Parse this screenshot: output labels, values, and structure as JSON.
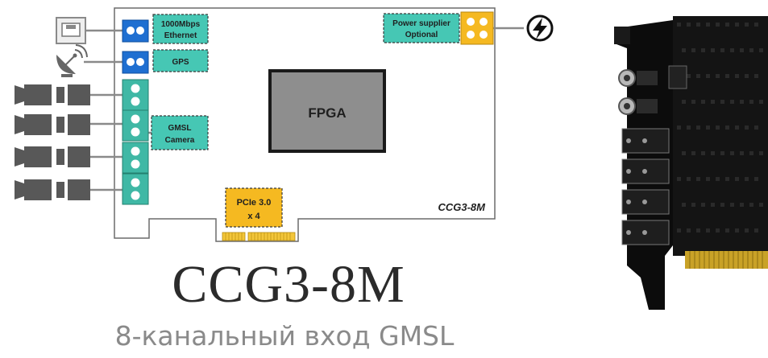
{
  "board": {
    "model": "CCG3-8M",
    "fpga_label": "FPGA",
    "ethernet_label_1": "1000Mbps",
    "ethernet_label_2": "Ethernet",
    "gps_label": "GPS",
    "gmsl_label_1": "GMSL",
    "gmsl_label_2": "Camera",
    "power_label_1": "Power supplier",
    "power_label_2": "Optional",
    "pcie_label_1": "PCIe 3.0",
    "pcie_label_2": "x 4"
  },
  "heading": {
    "title": "CCG3-8M",
    "subtitle": "8-канальный вход GMSL"
  },
  "icons": {
    "ethernet": "ethernet-port-icon",
    "gps": "satellite-dish-icon",
    "power": "lightning-bolt-icon",
    "camera": "camera-icon"
  },
  "colors": {
    "connector_blue": "#1f6fd1",
    "connector_teal": "#3fb8a5",
    "label_teal": "#46c7b4",
    "pcie_yellow": "#f5b921",
    "fpga_gray": "#8e8e8e"
  }
}
